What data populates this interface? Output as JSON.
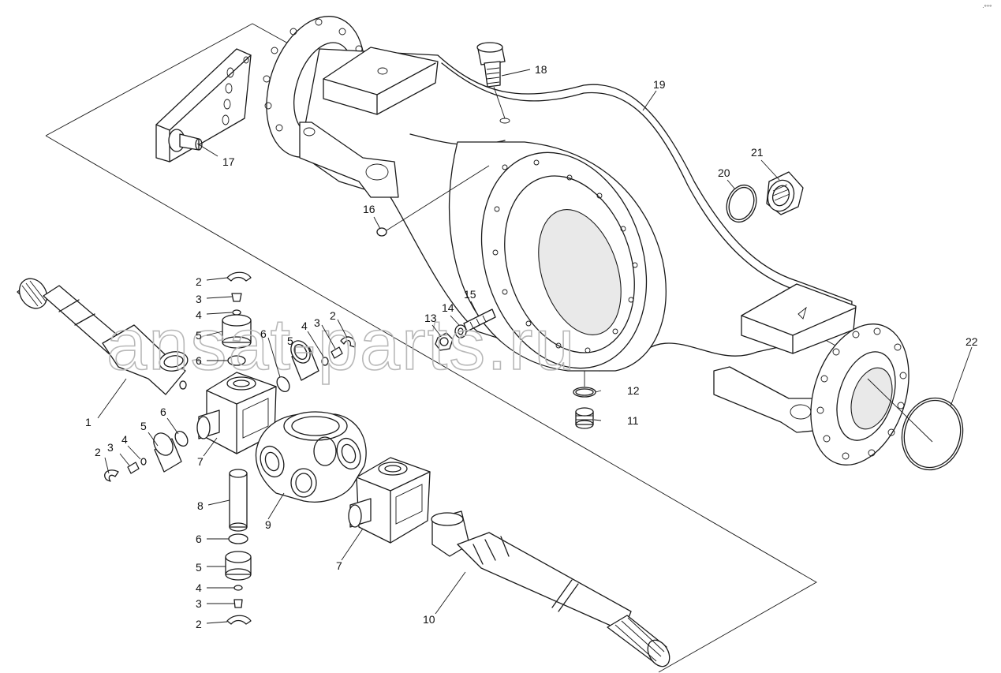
{
  "diagram": {
    "type": "exploded-parts-view",
    "corner_mark": "·°°°",
    "watermark": "ansat-parts.ru",
    "callouts": {
      "c1": "1",
      "c2a": "2",
      "c2b": "2",
      "c2c": "2",
      "c2d": "2",
      "c3a": "3",
      "c3b": "3",
      "c3c": "3",
      "c3d": "3",
      "c4a": "4",
      "c4b": "4",
      "c4c": "4",
      "c4d": "4",
      "c5a": "5",
      "c5b": "5",
      "c5c": "5",
      "c5d": "5",
      "c6a": "6",
      "c6b": "6",
      "c6c": "6",
      "c6d": "6",
      "c7a": "7",
      "c7b": "7",
      "c8": "8",
      "c9": "9",
      "c10": "10",
      "c11": "11",
      "c12": "12",
      "c13": "13",
      "c14": "14",
      "c15": "15",
      "c16": "16",
      "c17": "17",
      "c18": "18",
      "c19": "19",
      "c20": "20",
      "c21": "21",
      "c22": "22"
    }
  }
}
